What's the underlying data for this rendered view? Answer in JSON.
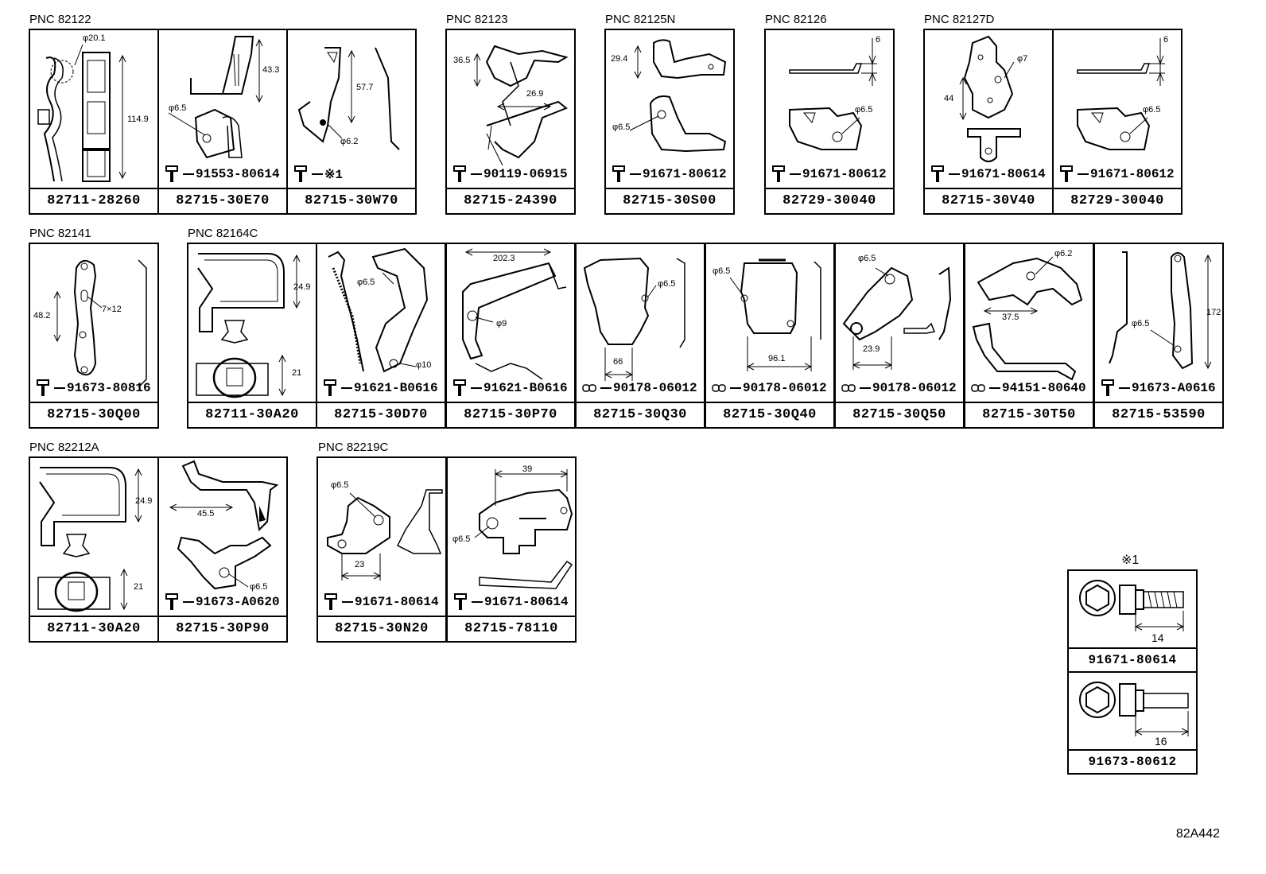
{
  "pnc_labels": {
    "p82122": "PNC 82122",
    "p82123": "PNC 82123",
    "p82125n": "PNC 82125N",
    "p82126": "PNC 82126",
    "p82127d": "PNC 82127D",
    "p82141": "PNC 82141",
    "p82164c": "PNC 82164C",
    "p82212a": "PNC 82212A",
    "p82219c": "PNC 82219C"
  },
  "row1": [
    {
      "part": "82711-28260",
      "fastener": "",
      "dims": [
        "φ20.1",
        "114.9"
      ]
    },
    {
      "part": "82715-30E70",
      "fastener": "91553-80614",
      "dims": [
        "43.3",
        "φ6.5"
      ]
    },
    {
      "part": "82715-30W70",
      "fastener": "※1",
      "dims": [
        "57.7",
        "φ6.2"
      ]
    },
    {
      "part": "82715-24390",
      "fastener": "90119-06915",
      "dims": [
        "36.5",
        "26.9"
      ]
    },
    {
      "part": "82715-30S00",
      "fastener": "91671-80612",
      "dims": [
        "29.4",
        "φ6.5"
      ]
    },
    {
      "part": "82729-30040",
      "fastener": "91671-80612",
      "dims": [
        "6",
        "φ6.5"
      ]
    },
    {
      "part": "82715-30V40",
      "fastener": "91671-80614",
      "dims": [
        "φ7",
        "44"
      ]
    },
    {
      "part": "82729-30040",
      "fastener": "91671-80612",
      "dims": [
        "6",
        "φ6.5"
      ]
    }
  ],
  "row2": [
    {
      "part": "82715-30Q00",
      "fastener": "91673-80816",
      "dims": [
        "48.2",
        "7×12"
      ]
    },
    {
      "part": "82711-30A20",
      "fastener": "",
      "dims": [
        "24.9",
        "21"
      ]
    },
    {
      "part": "82715-30D70",
      "fastener": "91621-B0616",
      "dims": [
        "φ6.5",
        "φ10"
      ]
    },
    {
      "part": "82715-30P70",
      "fastener": "91621-B0616",
      "dims": [
        "202.3",
        "φ9"
      ]
    },
    {
      "part": "82715-30Q30",
      "fastener": "90178-06012",
      "dims": [
        "φ6.5",
        "66"
      ]
    },
    {
      "part": "82715-30Q40",
      "fastener": "90178-06012",
      "dims": [
        "φ6.5",
        "96.1"
      ]
    },
    {
      "part": "82715-30Q50",
      "fastener": "90178-06012",
      "dims": [
        "φ6.5",
        "23.9"
      ]
    },
    {
      "part": "82715-30T50",
      "fastener": "94151-80640",
      "dims": [
        "φ6.2",
        "37.5"
      ]
    },
    {
      "part": "82715-53590",
      "fastener": "91673-A0616",
      "dims": [
        "172",
        "φ6.5"
      ]
    }
  ],
  "row3": [
    {
      "part": "82711-30A20",
      "fastener": "",
      "dims": [
        "24.9",
        "21"
      ]
    },
    {
      "part": "82715-30P90",
      "fastener": "91673-A0620",
      "dims": [
        "45.5",
        "φ6.5"
      ]
    },
    {
      "part": "82715-30N20",
      "fastener": "91671-80614",
      "dims": [
        "φ6.5",
        "23"
      ]
    },
    {
      "part": "82715-78110",
      "fastener": "91671-80614",
      "dims": [
        "39",
        "φ6.5"
      ]
    }
  ],
  "bolts": {
    "marker": "※1",
    "items": [
      {
        "part": "91671-80614",
        "length": "14"
      },
      {
        "part": "91673-80612",
        "length": "16"
      }
    ]
  },
  "figure_code": "82A442"
}
